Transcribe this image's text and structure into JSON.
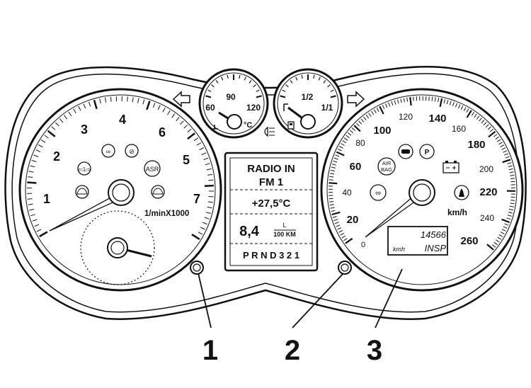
{
  "tachometer": {
    "labels": [
      "1",
      "2",
      "3",
      "4",
      "6",
      "5",
      "7"
    ],
    "unit": "1/minX1000"
  },
  "temp_gauge": {
    "labels": [
      "60",
      "90",
      "120"
    ],
    "unit": "°C"
  },
  "fuel_gauge": {
    "labels": [
      "1/2",
      "1/1"
    ]
  },
  "display": {
    "line1": "RADIO IN",
    "line2": "FM 1",
    "temperature": "+27,5°C",
    "consumption": "8,4",
    "consumption_unit_top": "L",
    "consumption_unit_bottom": "100 KM",
    "gears": "P R N D 3 2 1"
  },
  "speedometer": {
    "labels": [
      "20",
      "40",
      "60",
      "80",
      "100",
      "120",
      "140",
      "160",
      "180",
      "200",
      "220",
      "240",
      "260",
      "0"
    ],
    "unit": "km/h",
    "odometer": "14566",
    "odometer_unit": "kmh",
    "service": "INSP"
  },
  "warning_lights": {
    "asr": "ASR",
    "airbag_top": "AIR",
    "airbag_bottom": "BAG"
  },
  "callouts": [
    "1",
    "2",
    "3"
  ]
}
